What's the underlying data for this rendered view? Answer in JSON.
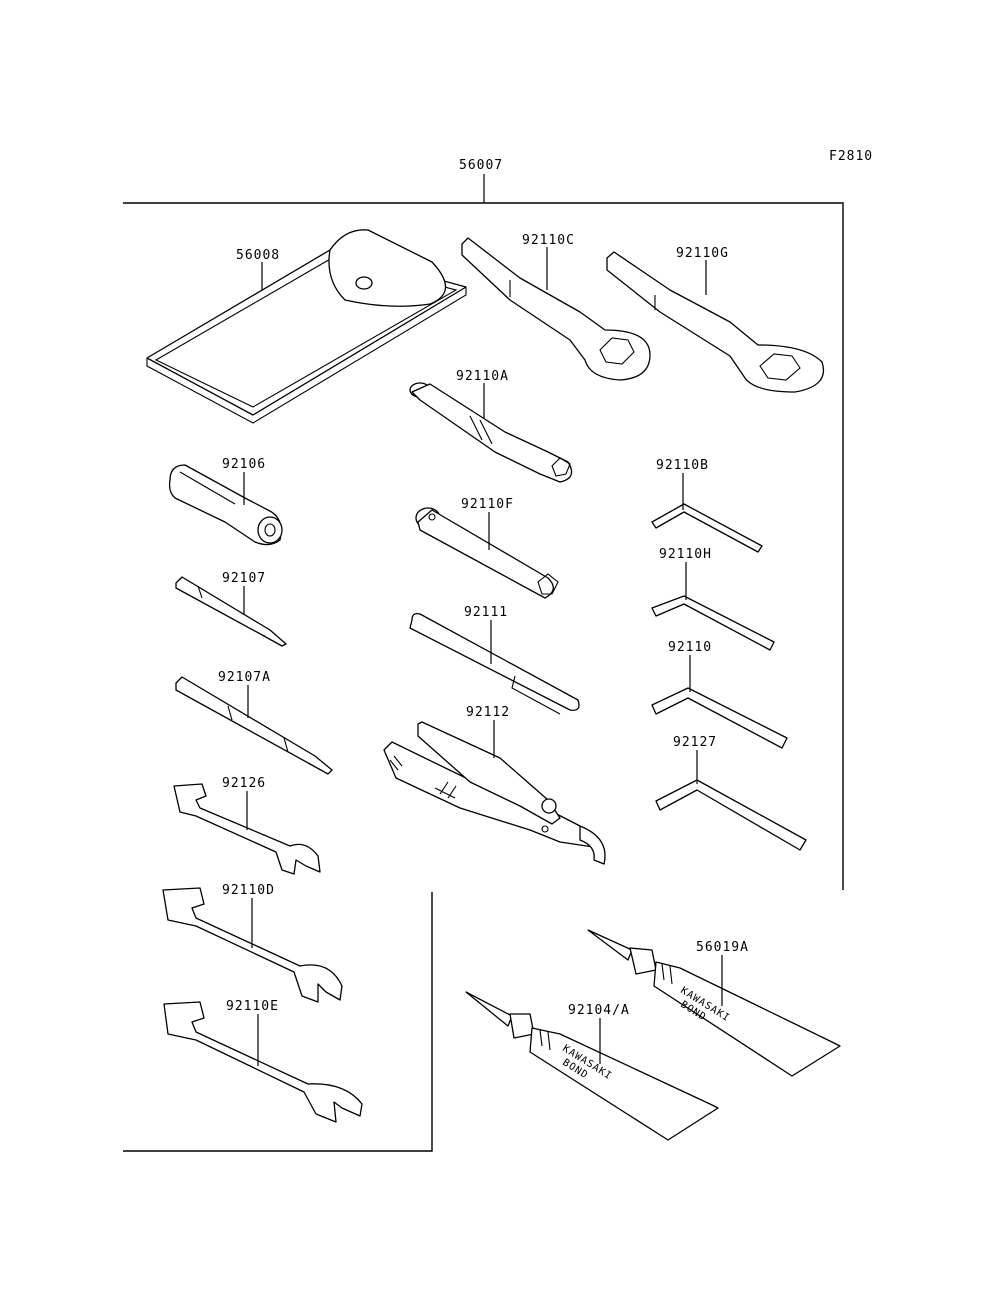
{
  "figure_code": "F2810",
  "labels": {
    "kit": "56007",
    "pouch": "56008",
    "ring_wrench_c": "92110C",
    "ring_wrench_g": "92110G",
    "box_socket_a": "92110A",
    "spark_plug_wrench": "92106",
    "hex_key_b": "92110B",
    "box_socket_f": "92110F",
    "screwdriver": "92107",
    "hex_key_h": "92110H",
    "bar": "92111",
    "hex_key": "92110",
    "screwdriver_a": "92107A",
    "pliers": "92112",
    "hex_key_l": "92127",
    "wrench_92126": "92126",
    "wrench_d": "92110D",
    "wrench_e": "92110E",
    "bond_a": "56019A",
    "bond_tube": "92104/A"
  },
  "tube_text": {
    "brand": "KAWASAKI",
    "product": "BOND"
  }
}
